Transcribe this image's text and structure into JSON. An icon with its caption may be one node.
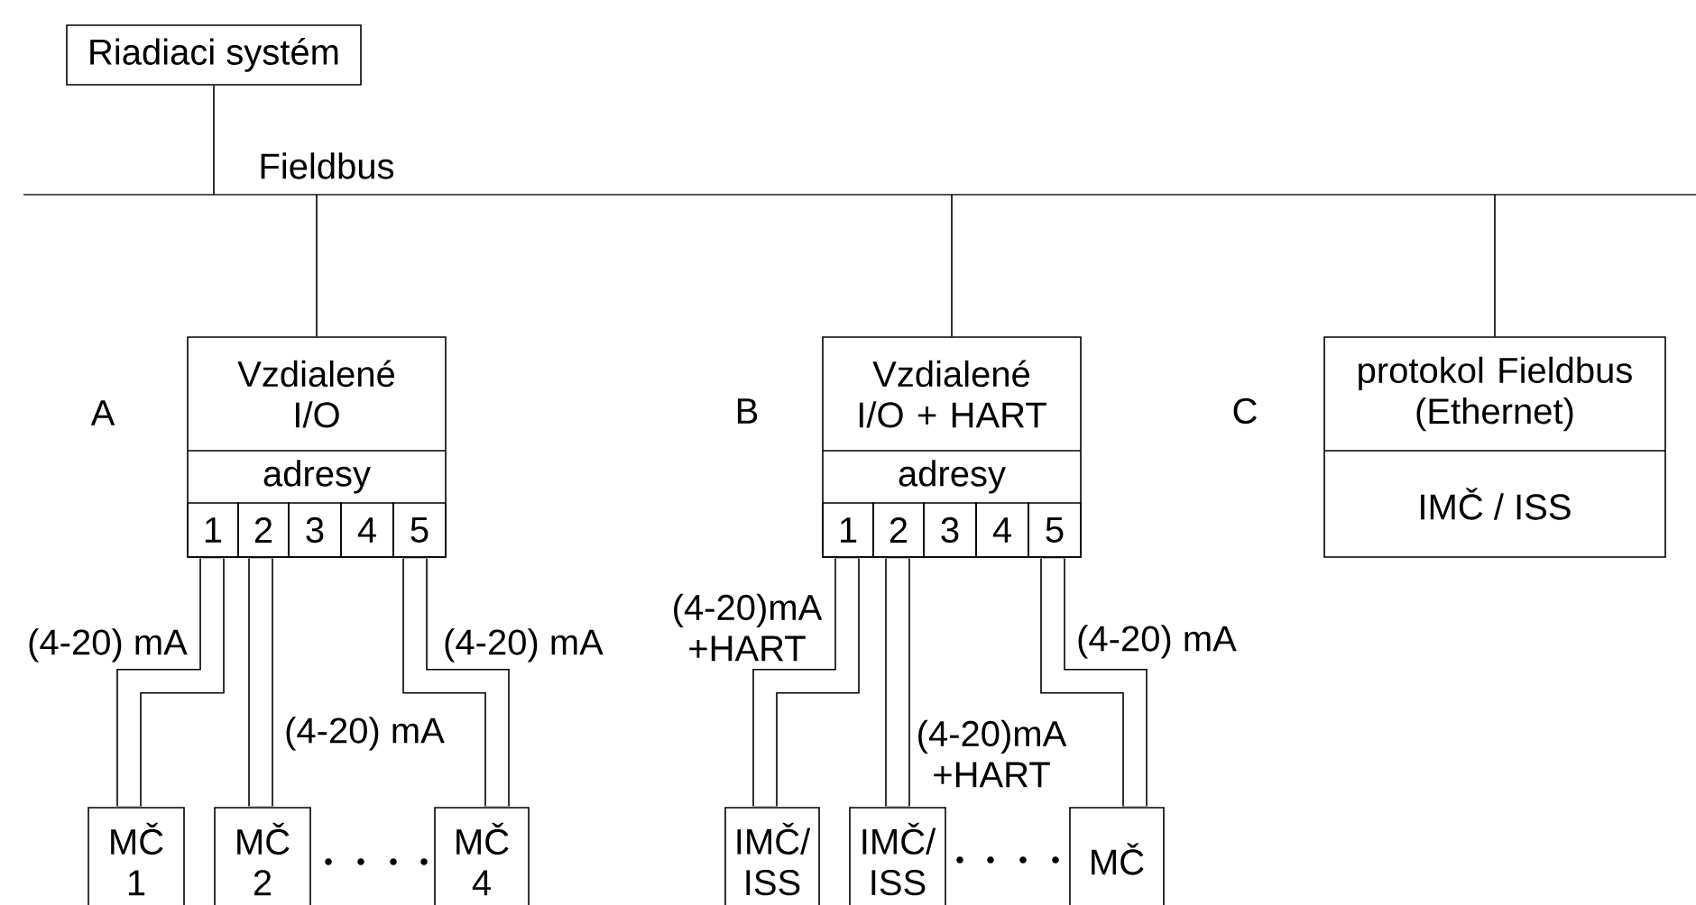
{
  "diagram": {
    "nodes": [
      {
        "text": [
          "Riadiaci systém"
        ]
      },
      {
        "text": [
          "Fieldbus"
        ]
      },
      {
        "text": [
          "Vzdialené I/O",
          "adresy"
        ],
        "beside": [
          "A"
        ]
      },
      {
        "text": [
          "1"
        ],
        "in": 2
      },
      {
        "text": [
          "2"
        ],
        "in": 2
      },
      {
        "text": [
          "3"
        ],
        "in": 2
      },
      {
        "text": [
          "4"
        ],
        "in": 2
      },
      {
        "text": [
          "5"
        ],
        "in": 2
      },
      {
        "text": [
          "Vzdialené I/O + HART",
          "adresy"
        ],
        "beside": [
          "B"
        ]
      },
      {
        "text": [
          "1"
        ],
        "in": 8
      },
      {
        "text": [
          "2"
        ],
        "in": 8
      },
      {
        "text": [
          "3"
        ],
        "in": 8
      },
      {
        "text": [
          "4"
        ],
        "in": 8
      },
      {
        "text": [
          "5"
        ],
        "in": 8
      },
      {
        "text": [
          "protokol Fieldbus (Ethernet)",
          "IMČ / ISS"
        ],
        "beside": [
          "C"
        ]
      },
      {
        "text": [
          "MČ 1"
        ]
      },
      {
        "text": [
          "MČ 2"
        ]
      },
      {
        "text": [
          "MČ 4"
        ]
      },
      {
        "text": [
          "IMČ/ ISS"
        ]
      },
      {
        "text": [
          "IMČ/ ISS"
        ]
      },
      {
        "text": [
          "MČ"
        ]
      }
    ],
    "edges": [
      {
        "from": 0,
        "to": 1,
        "arrow": "none"
      },
      {
        "from": 1,
        "to": 2,
        "arrow": "none"
      },
      {
        "from": 1,
        "to": 8,
        "arrow": "none"
      },
      {
        "from": 1,
        "to": 14,
        "arrow": "none"
      },
      {
        "from": 3,
        "to": 15,
        "arrow": "none",
        "label": "(4-20) mA"
      },
      {
        "from": 4,
        "to": 16,
        "arrow": "none",
        "label": "(4-20) mA"
      },
      {
        "from": 7,
        "to": 17,
        "arrow": "none",
        "label": "(4-20) mA"
      },
      {
        "from": 9,
        "to": 18,
        "arrow": "none",
        "label": "(4-20)mA +HART"
      },
      {
        "from": 10,
        "to": 19,
        "arrow": "none",
        "label": "(4-20)mA +HART"
      },
      {
        "from": 13,
        "to": 20,
        "arrow": "none",
        "label": "(4-20) mA"
      }
    ]
  }
}
